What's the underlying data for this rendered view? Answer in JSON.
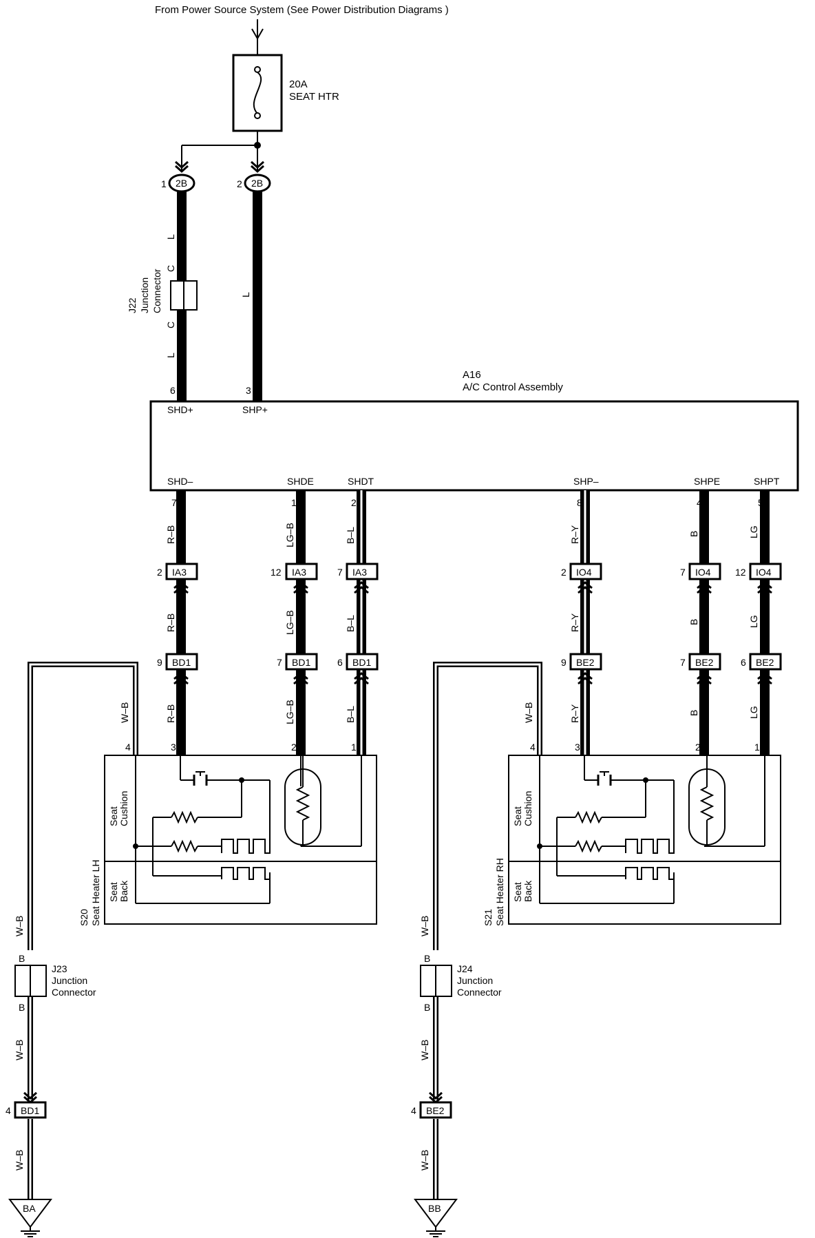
{
  "header": {
    "source_note": "From Power Source System (See Power Distribution Diagrams )"
  },
  "fuse": {
    "rating": "20A",
    "name": "SEAT HTR"
  },
  "top_connectors": [
    {
      "pin": "1",
      "code": "2B"
    },
    {
      "pin": "2",
      "code": "2B"
    }
  ],
  "j22": {
    "id": "J22",
    "desc_line1": "Junction",
    "desc_line2": "Connector",
    "terminal_top": "C",
    "terminal_bottom": "C"
  },
  "wire_colors": {
    "l": "L",
    "rb": "R–B",
    "lgb": "LG–B",
    "bl": "B–L",
    "ry": "R–Y",
    "b": "B",
    "lg": "LG",
    "wb": "W–B"
  },
  "a16": {
    "id": "A16",
    "name": "A/C Control Assembly",
    "top_pins": [
      {
        "num": "6",
        "label": "SHD+"
      },
      {
        "num": "3",
        "label": "SHP+"
      }
    ],
    "bottom_pins": [
      {
        "num": "7",
        "label": "SHD–"
      },
      {
        "num": "1",
        "label": "SHDE"
      },
      {
        "num": "2",
        "label": "SHDT"
      },
      {
        "num": "8",
        "label": "SHP–"
      },
      {
        "num": "4",
        "label": "SHPE"
      },
      {
        "num": "5",
        "label": "SHPT"
      }
    ]
  },
  "mid_connectors": [
    {
      "pin": "2",
      "code": "IA3"
    },
    {
      "pin": "12",
      "code": "IA3"
    },
    {
      "pin": "7",
      "code": "IA3"
    },
    {
      "pin": "2",
      "code": "IO4"
    },
    {
      "pin": "7",
      "code": "IO4"
    },
    {
      "pin": "12",
      "code": "IO4"
    }
  ],
  "low_connectors": [
    {
      "pin": "9",
      "code": "BD1"
    },
    {
      "pin": "7",
      "code": "BD1"
    },
    {
      "pin": "6",
      "code": "BD1"
    },
    {
      "pin": "9",
      "code": "BE2"
    },
    {
      "pin": "7",
      "code": "BE2"
    },
    {
      "pin": "6",
      "code": "BE2"
    }
  ],
  "heater_pins": [
    "4",
    "3",
    "2",
    "1"
  ],
  "seat_heaters": [
    {
      "id": "S20",
      "name": "Seat Heater LH",
      "cushion_line1": "Seat",
      "cushion_line2": "Cushion",
      "back_line1": "Seat",
      "back_line2": "Back"
    },
    {
      "id": "S21",
      "name": "Seat Heater RH",
      "cushion_line1": "Seat",
      "cushion_line2": "Cushion",
      "back_line1": "Seat",
      "back_line2": "Back"
    }
  ],
  "junctions": [
    {
      "id": "J23",
      "desc_line1": "Junction",
      "desc_line2": "Connector",
      "terminal_top": "B",
      "terminal_bottom": "B"
    },
    {
      "id": "J24",
      "desc_line1": "Junction",
      "desc_line2": "Connector",
      "terminal_top": "B",
      "terminal_bottom": "B"
    }
  ],
  "ground_connectors": [
    {
      "pin": "4",
      "code": "BD1"
    },
    {
      "pin": "4",
      "code": "BE2"
    }
  ],
  "grounds": [
    "BA",
    "BB"
  ]
}
